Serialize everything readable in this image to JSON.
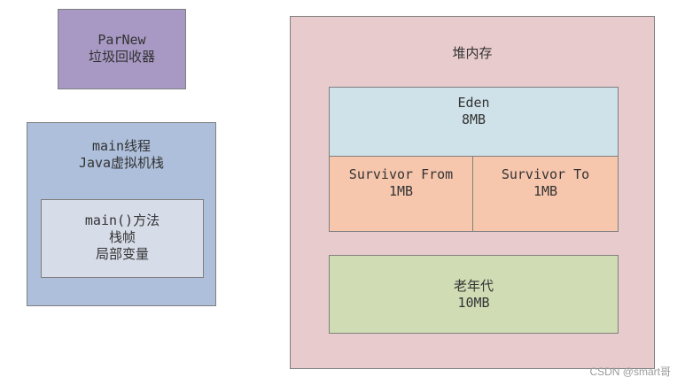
{
  "parnew": {
    "line1": "ParNew",
    "line2": "垃圾回收器"
  },
  "main_stack": {
    "line1": "main线程",
    "line2": "Java虚拟机栈",
    "frame": {
      "line1": "main()方法",
      "line2": "栈帧",
      "line3": "局部变量"
    }
  },
  "heap": {
    "title": "堆内存",
    "eden": {
      "name": "Eden",
      "size": "8MB"
    },
    "survivor_from": {
      "name": "Survivor From",
      "size": "1MB"
    },
    "survivor_to": {
      "name": "Survivor To",
      "size": "1MB"
    },
    "old_gen": {
      "name": "老年代",
      "size": "10MB"
    }
  },
  "watermark": "CSDN @smart哥",
  "colors": {
    "parnew": "#a898c4",
    "main_stack": "#aebfdb",
    "stack_frame": "#d7dce9",
    "heap": "#e8cbcd",
    "eden": "#cfe2e9",
    "survivor": "#f6c6ad",
    "old_gen": "#cfdcb4"
  }
}
